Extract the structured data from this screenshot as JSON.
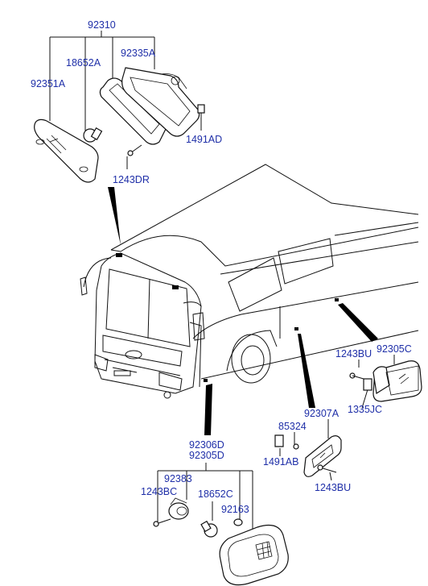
{
  "labels": {
    "p92310": "92310",
    "p92335A": "92335A",
    "p18652A": "18652A",
    "p92351A": "92351A",
    "p1491AD": "1491AD",
    "p1243DR": "1243DR",
    "p1243BU_right": "1243BU",
    "p92305C": "92305C",
    "p1335JC": "1335JC",
    "p92307A": "92307A",
    "p85324": "85324",
    "p1491AB": "1491AB",
    "p1243BU_mid": "1243BU",
    "p92306D": "92306D",
    "p92305D": "92305D",
    "p92383": "92383",
    "p1243BC": "1243BC",
    "p18652C": "18652C",
    "p92163": "92163"
  },
  "colors": {
    "label": "#1f2fa8",
    "line": "#111111",
    "pointer": "#000000"
  }
}
